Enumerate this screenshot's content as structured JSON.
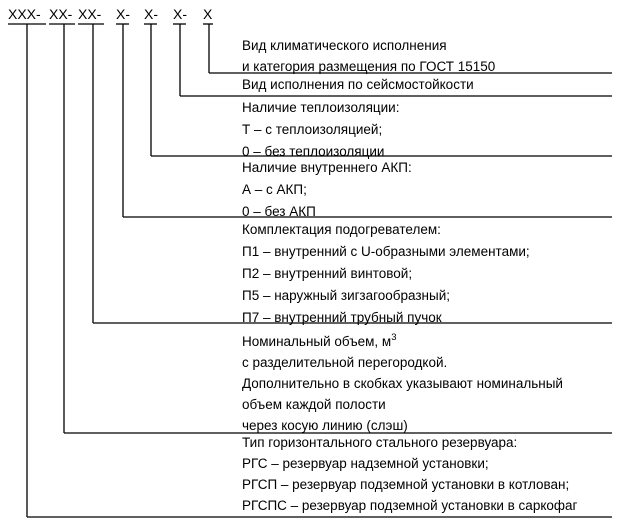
{
  "code": {
    "segments": [
      "XXX-",
      "XX-",
      "XX-",
      "X-",
      "X-",
      "X-",
      "X"
    ]
  },
  "descriptions": [
    {
      "id": "climatic",
      "lines": [
        "Вид климатического исполнения",
        "и категория размещения по ГОСТ 15150"
      ]
    },
    {
      "id": "seismic",
      "lines": [
        "Вид исполнения по сейсмостойкости"
      ]
    },
    {
      "id": "insulation",
      "lines": [
        "Наличие теплоизоляции:",
        "Т – с теплоизоляцией;",
        "0 – без теплоизоляции"
      ]
    },
    {
      "id": "akp",
      "lines": [
        "Наличие внутреннего АКП:",
        "А – с АКП;",
        "0 – без АКП"
      ]
    },
    {
      "id": "heater",
      "lines": [
        "Комплектация подогревателем:",
        "П1 – внутренний с U-образными элементами;",
        "П2 – внутренний винтовой;",
        "П5 – наружный зигзагообразный;",
        "П7 – внутренний трубный пучок"
      ]
    },
    {
      "id": "volume",
      "lines": [
        "Номинальный объем, м",
        "с разделительной перегородкой.",
        "Дополнительно в скобках указывают номинальный",
        "объем каждой полости",
        "через косую линию (слэш)"
      ],
      "superscript": "3"
    },
    {
      "id": "tank-type",
      "lines": [
        "Тип горизонтального стального резервуара:",
        "РГС – резервуар надземной установки;",
        "РГСП – резервуар подземной установки в котлован;",
        "РГСПС – резервуар подземной установки в саркофаг"
      ]
    }
  ]
}
